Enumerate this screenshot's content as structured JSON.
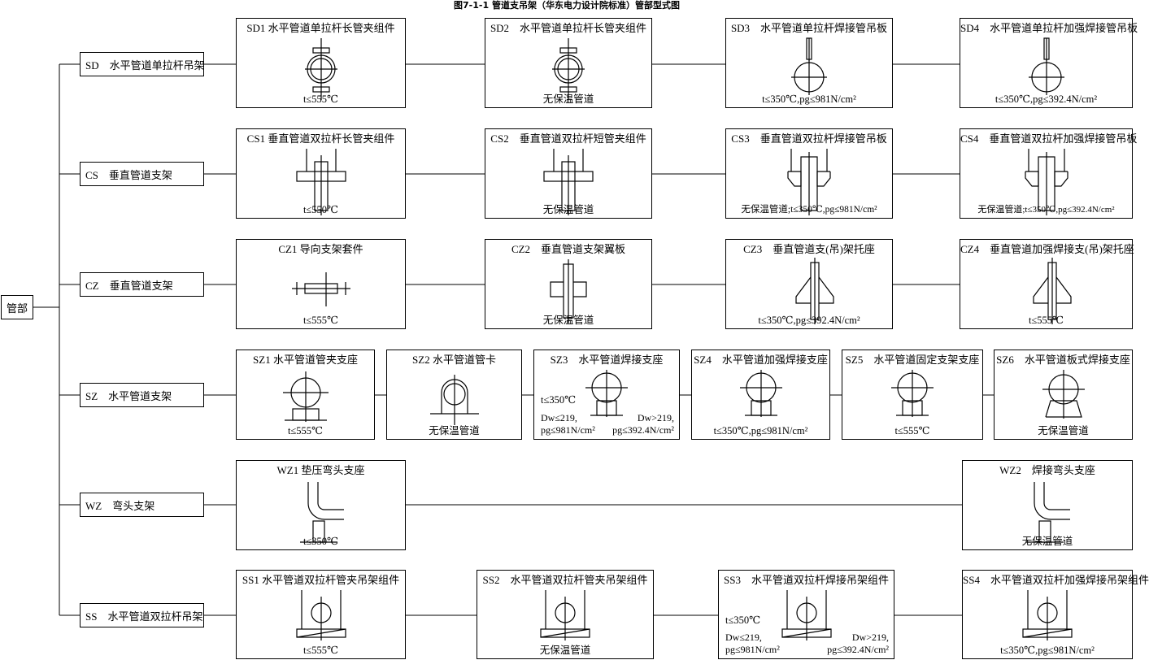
{
  "title": "图7-1-1 管道支吊架（华东电力设计院标准）管部型式图",
  "root": "管部",
  "categories": [
    {
      "key": "sd",
      "label": "SD　水平管道单拉杆吊架",
      "items": [
        {
          "code": "SD1 水平管道单拉杆长管夹组件",
          "cond": "t≤555℃",
          "icon": "pipe-clamp-single-rod-icon"
        },
        {
          "code": "SD2　水平管道单拉杆长管夹组件",
          "cond": "无保温管道",
          "icon": "pipe-clamp-single-rod-icon"
        },
        {
          "code": "SD3　水平管道单拉杆焊接管吊板",
          "cond": "t≤350℃,pg≤981N/cm²",
          "icon": "welded-hanger-plate-icon"
        },
        {
          "code": "SD4　水平管道单拉杆加强焊接管吊板",
          "cond": "t≤350℃,pg≤392.4N/cm²",
          "icon": "reinforced-hanger-plate-icon"
        }
      ]
    },
    {
      "key": "cs",
      "label": "CS　垂直管道支架",
      "items": [
        {
          "code": "CS1 垂直管道双拉杆长管夹组件",
          "cond": "t≤550℃",
          "icon": "vertical-pipe-long-clamp-icon"
        },
        {
          "code": "CS2　垂直管道双拉杆短管夹组件",
          "cond": "无保温管道",
          "icon": "vertical-pipe-short-clamp-icon"
        },
        {
          "code": "CS3　垂直管道双拉杆焊接管吊板",
          "cond": "无保温管道;t≤350℃,pg≤981N/cm²",
          "icon": "vertical-welded-lug-icon"
        },
        {
          "code": "CS4　垂直管道双拉杆加强焊接管吊板",
          "cond": "无保温管道;t≤350℃,pg≤392.4N/cm²",
          "icon": "vertical-reinforced-lug-icon"
        }
      ]
    },
    {
      "key": "cz",
      "label": "CZ　垂直管道支架",
      "items": [
        {
          "code": "CZ1 导向支架套件",
          "cond": "t≤555℃",
          "icon": "guide-support-icon"
        },
        {
          "code": "CZ2　垂直管道支架翼板",
          "cond": "无保温管道",
          "icon": "support-wing-plate-icon"
        },
        {
          "code": "CZ3　垂直管道支(吊)架托座",
          "cond": "t≤350℃,pg≤392.4N/cm²",
          "icon": "bracket-seat-icon"
        },
        {
          "code": "CZ4　垂直管道加强焊接支(吊)架托座",
          "cond": "t≤555℃",
          "icon": "reinforced-bracket-seat-icon"
        }
      ]
    },
    {
      "key": "sz",
      "label": "SZ　水平管道支架",
      "items": [
        {
          "code": "SZ1 水平管道管夹支座",
          "cond": "t≤555℃",
          "icon": "pipe-clamp-shoe-icon"
        },
        {
          "code": "SZ2 水平管道管卡",
          "cond": "无保温管道",
          "icon": "u-bolt-clip-icon"
        },
        {
          "code": "SZ3　水平管道焊接支座",
          "cond_top": "t≤350℃",
          "cond_left": "Dw≤219,\npg≤981N/cm²",
          "cond_right": "Dw>219,\npg≤392.4N/cm²",
          "icon": "welded-shoe-icon"
        },
        {
          "code": "SZ4　水平管道加强焊接支座",
          "cond": "t≤350℃,pg≤981N/cm²",
          "icon": "reinforced-welded-shoe-icon"
        },
        {
          "code": "SZ5　水平管道固定支架支座",
          "cond": "t≤555℃",
          "icon": "fixed-support-shoe-icon"
        },
        {
          "code": "SZ6　水平管道板式焊接支座",
          "cond": "无保温管道",
          "icon": "plate-welded-shoe-icon"
        }
      ]
    },
    {
      "key": "wz",
      "label": "WZ　弯头支架",
      "items": [
        {
          "code": "WZ1 垫压弯头支座",
          "cond": "t≤350℃",
          "icon": "elbow-pad-support-icon"
        },
        {
          "code": "WZ2　焊接弯头支座",
          "cond": "无保温管道",
          "icon": "welded-elbow-support-icon"
        }
      ]
    },
    {
      "key": "ss",
      "label": "SS　水平管道双拉杆吊架",
      "items": [
        {
          "code": "SS1 水平管道双拉杆管夹吊架组件",
          "cond": "t≤555℃",
          "icon": "double-rod-clamp-hanger-icon"
        },
        {
          "code": "SS2　水平管道双拉杆管夹吊架组件",
          "cond": "无保温管道",
          "icon": "double-rod-clamp-hanger-icon"
        },
        {
          "code": "SS3　水平管道双拉杆焊接吊架组件",
          "cond_top": "t≤350℃",
          "cond_left": "Dw≤219,\npg≤981N/cm²",
          "cond_right": "Dw>219,\npg≤392.4N/cm²",
          "icon": "double-rod-welded-hanger-icon"
        },
        {
          "code": "SS4　水平管道双拉杆加强焊接吊架组件",
          "cond": "t≤350℃,pg≤981N/cm²",
          "icon": "double-rod-reinforced-hanger-icon"
        }
      ]
    }
  ]
}
